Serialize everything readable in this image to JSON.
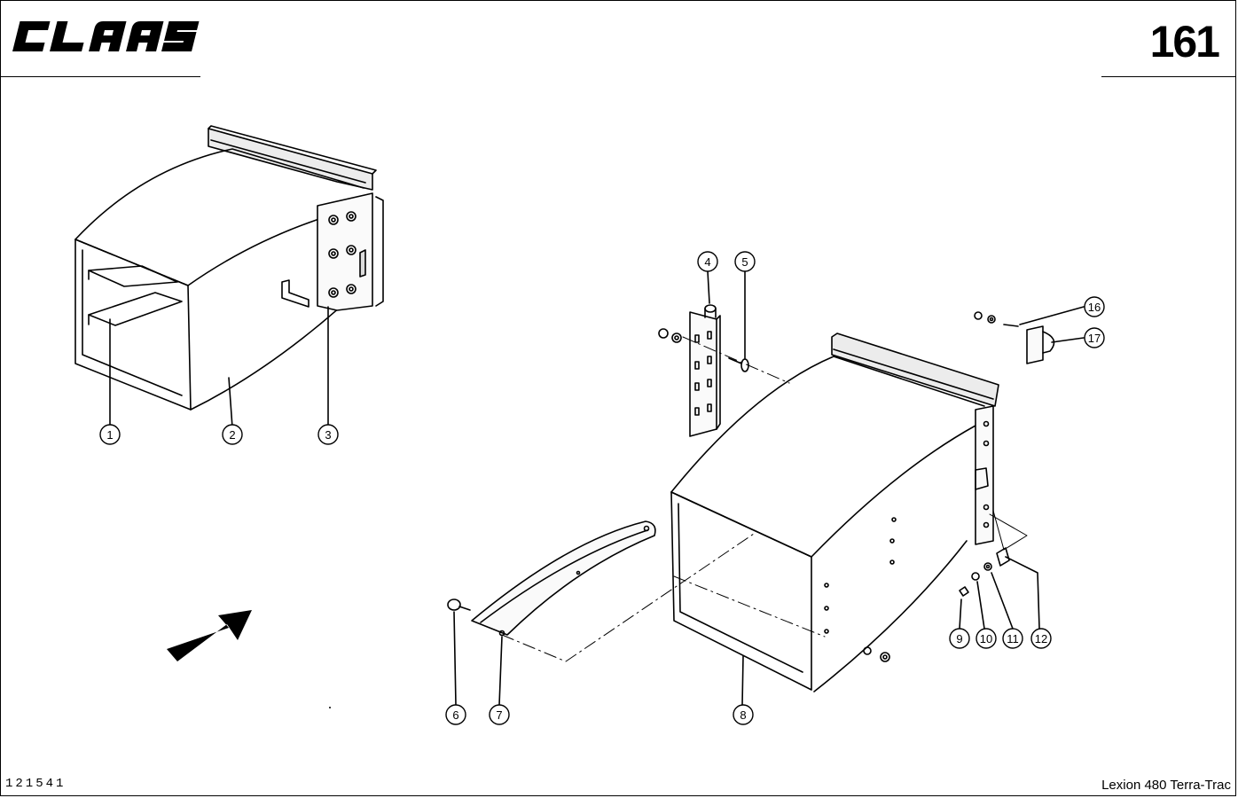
{
  "header": {
    "brand_logo": "CLAAS",
    "page_number": "161"
  },
  "footer": {
    "document_number": "121541",
    "model_name": "Lexion 480 Terra-Trac"
  },
  "diagram": {
    "callouts": [
      "1",
      "2",
      "3",
      "4",
      "5",
      "6",
      "7",
      "8",
      "9",
      "10",
      "11",
      "12",
      "16",
      "17"
    ],
    "icons": [
      "direction-arrow-icon"
    ]
  }
}
